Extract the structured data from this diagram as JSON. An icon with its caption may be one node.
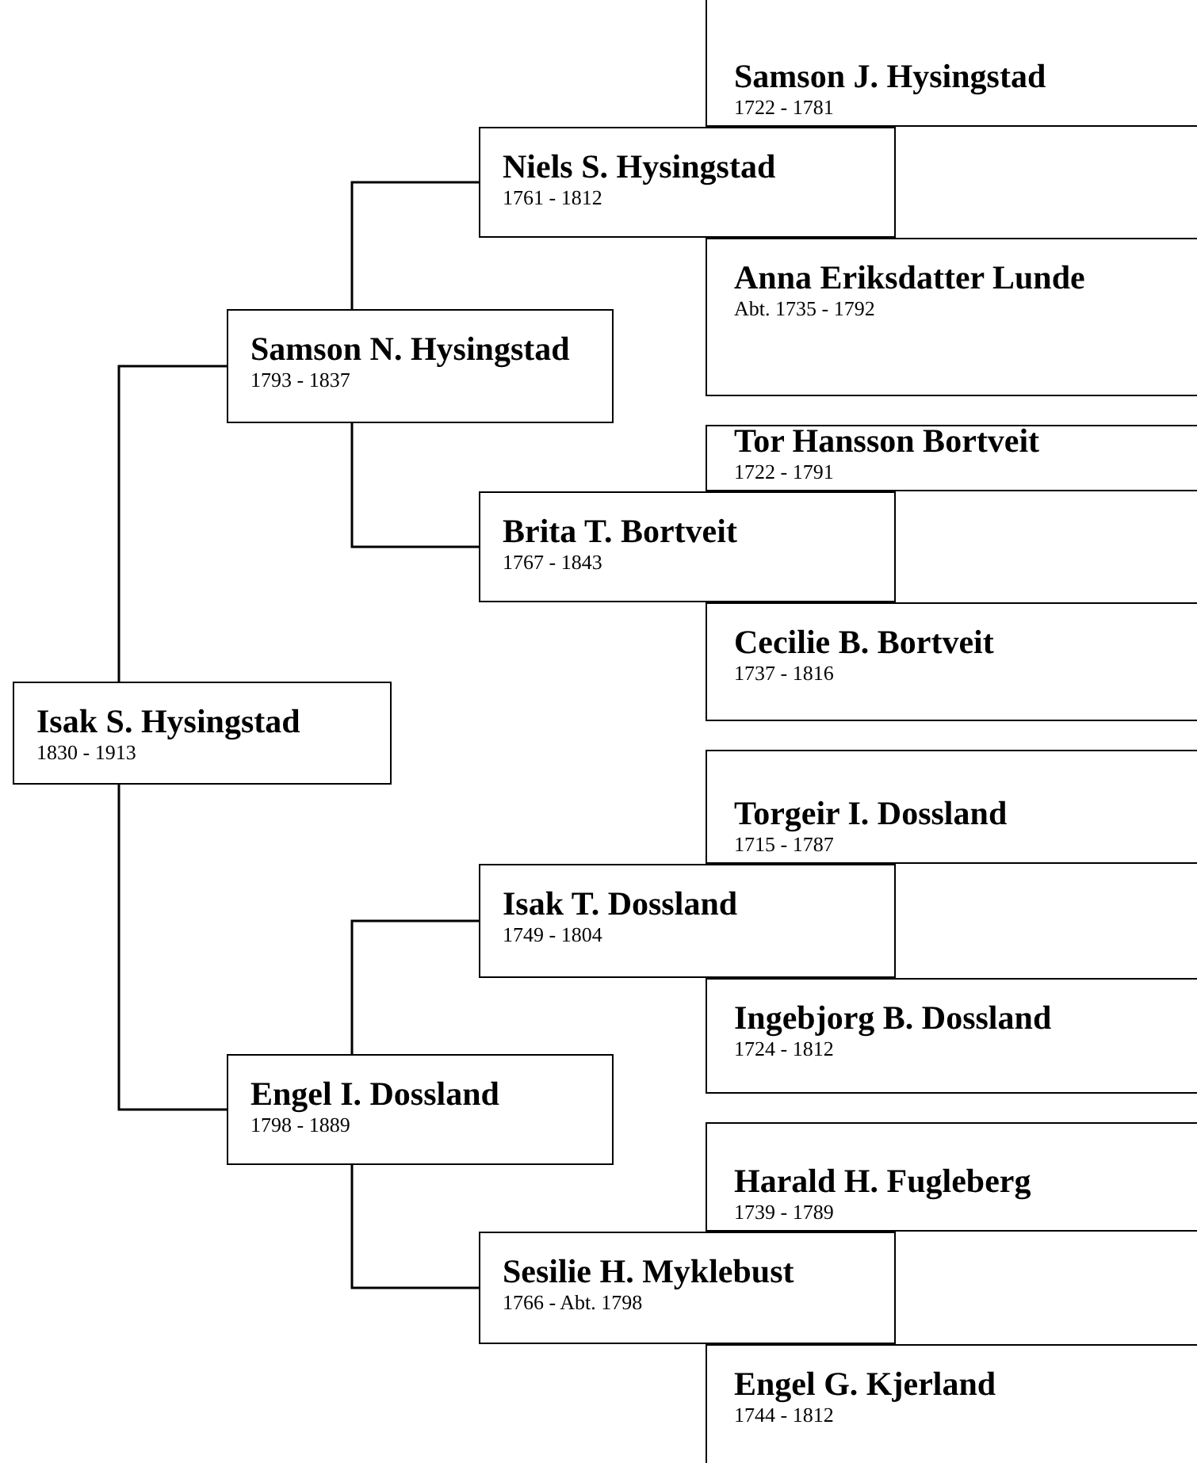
{
  "diagram": {
    "nodes": [
      {
        "text": [
          "Samson J. Hysingstad",
          "1722 - 1781"
        ]
      },
      {
        "text": [
          "Niels S. Hysingstad",
          "1761 - 1812"
        ]
      },
      {
        "text": [
          "Anna Eriksdatter Lunde",
          "Abt. 1735 - 1792"
        ]
      },
      {
        "text": [
          "Samson N. Hysingstad",
          "1793 - 1837"
        ]
      },
      {
        "text": [
          "Tor Hansson Bortveit",
          "1722 - 1791"
        ]
      },
      {
        "text": [
          "Brita T. Bortveit",
          "1767 - 1843"
        ]
      },
      {
        "text": [
          "Cecilie B. Bortveit",
          "1737 - 1816"
        ]
      },
      {
        "text": [
          "Isak S. Hysingstad",
          "1830 - 1913"
        ]
      },
      {
        "text": [
          "Torgeir I. Dossland",
          "1715 - 1787"
        ]
      },
      {
        "text": [
          "Isak T. Dossland",
          "1749 - 1804"
        ]
      },
      {
        "text": [
          "Ingebjorg B. Dossland",
          "1724 - 1812"
        ]
      },
      {
        "text": [
          "Engel I. Dossland",
          "1798 - 1889"
        ]
      },
      {
        "text": [
          "Harald H. Fugleberg",
          "1739 - 1789"
        ]
      },
      {
        "text": [
          "Sesilie H. Myklebust",
          "1766 - Abt. 1798"
        ]
      },
      {
        "text": [
          "Engel G. Kjerland",
          "1744 - 1812"
        ]
      }
    ],
    "edges": [
      {
        "from": 7,
        "to": 3,
        "arrow": "none"
      },
      {
        "from": 7,
        "to": 11,
        "arrow": "none"
      },
      {
        "from": 3,
        "to": 1,
        "arrow": "none"
      },
      {
        "from": 3,
        "to": 5,
        "arrow": "none"
      },
      {
        "from": 11,
        "to": 9,
        "arrow": "none"
      },
      {
        "from": 11,
        "to": 13,
        "arrow": "none"
      }
    ]
  }
}
